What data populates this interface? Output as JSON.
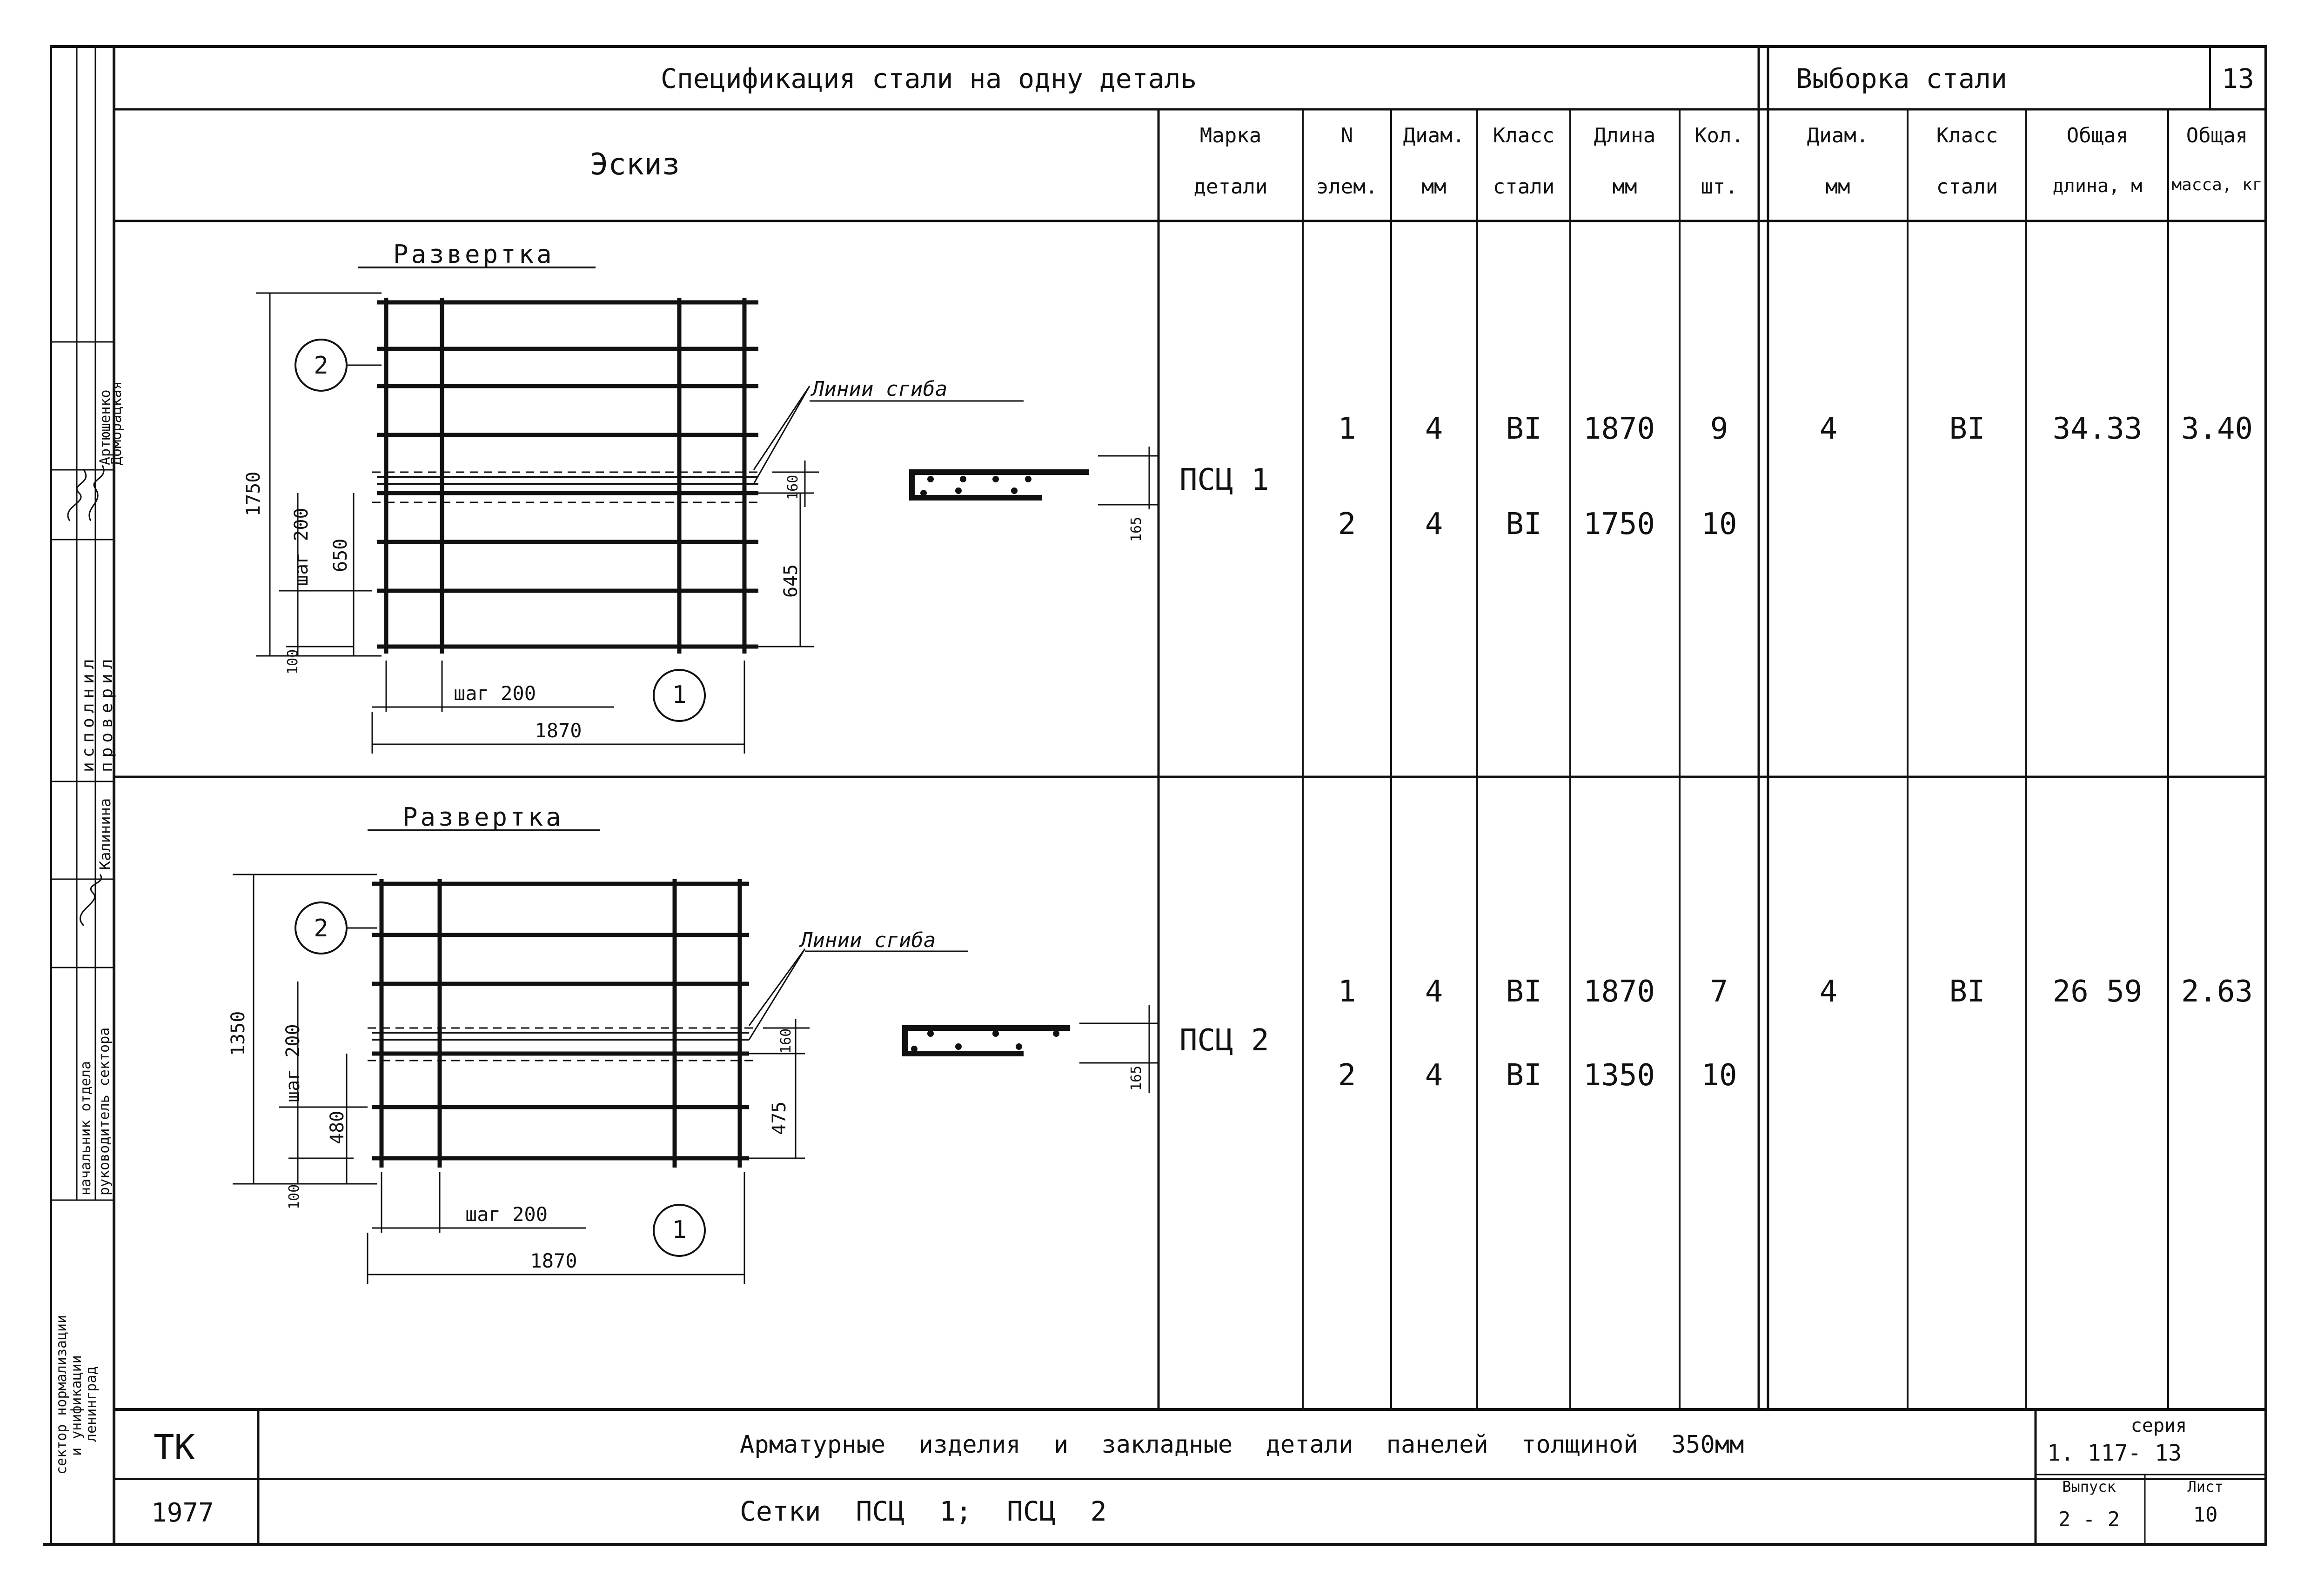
{
  "header": {
    "spec_title": "Спецификация стали на одну деталь",
    "selection_title": "Выборка стали",
    "sheet_number": "13"
  },
  "columns": {
    "sketch": "Эскиз",
    "mark": [
      "Марка",
      "детали"
    ],
    "elem": [
      "N",
      "элем."
    ],
    "diam": [
      "Диам.",
      "мм"
    ],
    "class": [
      "Класс",
      "стали"
    ],
    "length": [
      "Длина",
      "мм"
    ],
    "qty": [
      "Кол.",
      "шт."
    ],
    "sel_diam": [
      "Диам.",
      "мм"
    ],
    "sel_class": [
      "Класс",
      "стали"
    ],
    "total_length": [
      "Общая",
      "длина, м"
    ],
    "total_mass": [
      "Общая",
      "масса, кг"
    ]
  },
  "parts": [
    {
      "mark": "ПСЦ 1",
      "rows": [
        {
          "n": "1",
          "diam": "4",
          "class": "BI",
          "length": "1870",
          "qty": "9"
        },
        {
          "n": "2",
          "diam": "4",
          "class": "BI",
          "length": "1750",
          "qty": "10"
        }
      ],
      "sel_diam": "4",
      "sel_class": "BI",
      "total_length": "34.33",
      "total_mass": "3.40",
      "sketch": {
        "label": "Развертка",
        "bend_label": "Линии сгиба",
        "height": "1750",
        "step_v": "шаг 200",
        "dim_left": "650",
        "bottom_off": "100",
        "step_h": "шаг 200",
        "width": "1870",
        "dim_160": "160",
        "dim_right": "645",
        "dim_165": "165",
        "marker_top": "2",
        "marker_bottom": "1"
      }
    },
    {
      "mark": "ПСЦ 2",
      "rows": [
        {
          "n": "1",
          "diam": "4",
          "class": "BI",
          "length": "1870",
          "qty": "7"
        },
        {
          "n": "2",
          "diam": "4",
          "class": "BI",
          "length": "1350",
          "qty": "10"
        }
      ],
      "sel_diam": "4",
      "sel_class": "BI",
      "total_length": "26 59",
      "total_mass": "2.63",
      "sketch": {
        "label": "Развертка",
        "bend_label": "Линии сгиба",
        "height": "1350",
        "step_v": "шаг 200",
        "dim_left": "480",
        "bottom_off": "100",
        "step_h": "шаг 200",
        "width": "1870",
        "dim_160": "160",
        "dim_right": "475",
        "dim_165": "165",
        "marker_top": "2",
        "marker_bottom": "1"
      }
    }
  ],
  "side_stamp": {
    "executed": "исполнил",
    "checked": "проверил",
    "name1": "Артюшенко",
    "name2": "Доморацкая",
    "name3": "Калинина",
    "dept_head": "начальник отдела",
    "sector_head": "руководитель сектора",
    "org": [
      "сектор нормализации",
      "и унификации",
      "ленинград"
    ]
  },
  "title_block": {
    "code": "ТК",
    "year": "1977",
    "description": "Арматурные изделия и закладные детали панелей толщиной 350мм",
    "subtitle": "Сетки ПСЦ 1; ПСЦ 2",
    "series_label": "серия",
    "series_value": "1. 117- 13",
    "issue_label": "Выпуск",
    "issue_value": "2 - 2",
    "sheet_label": "Лист",
    "sheet_value": "10"
  }
}
